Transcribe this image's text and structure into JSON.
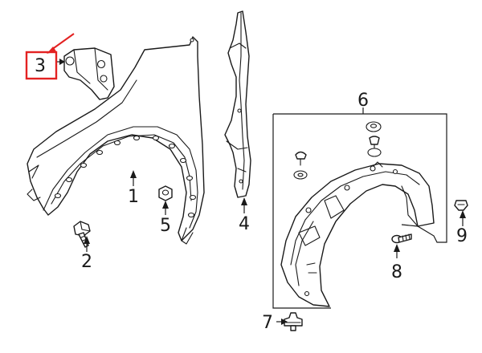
{
  "callouts": {
    "part_1": "1",
    "part_2": "2",
    "part_3": "3",
    "part_4": "4",
    "part_5": "5",
    "part_6": "6",
    "part_7": "7",
    "part_8": "8",
    "part_9": "9"
  },
  "highlight": {
    "target": "part_3",
    "color": "#e32222"
  },
  "line_color": "#1a1a1a"
}
